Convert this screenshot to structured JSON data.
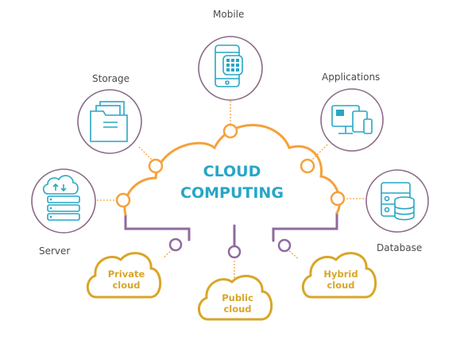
{
  "diagram": {
    "title_line1": "CLOUD",
    "title_line2": "COMPUTING",
    "nodes": {
      "mobile": "Mobile",
      "storage": "Storage",
      "applications": "Applications",
      "server": "Server",
      "database": "Database"
    },
    "clouds": {
      "private_line1": "Private",
      "private_line2": "cloud",
      "public_line1": "Public",
      "public_line2": "cloud",
      "hybrid_line1": "Hybrid",
      "hybrid_line2": "cloud"
    },
    "colors": {
      "accent_blue": "#27a6c6",
      "connector_orange": "#f5a13a",
      "cloud_yellow": "#d8a628",
      "circle_purple": "#8a6a86",
      "branch_purple": "#8f6a9e"
    }
  }
}
